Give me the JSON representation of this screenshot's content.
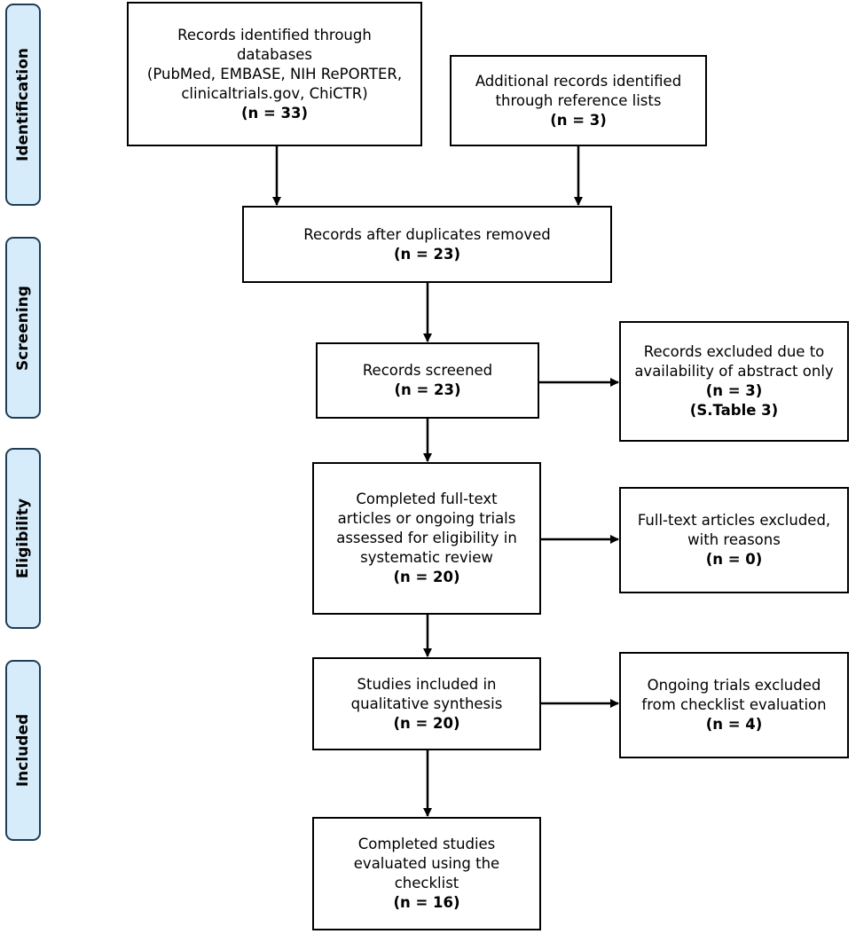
{
  "phases": {
    "identification": "Identification",
    "screening": "Screening",
    "eligibility": "Eligibility",
    "included": "Included"
  },
  "boxes": {
    "databases": {
      "text": "Records identified through\ndatabases\n(PubMed, EMBASE, NIH RePORTER,\nclinicaltrials.gov, ChiCTR)",
      "n": "(n = 33)"
    },
    "reference_lists": {
      "text": "Additional records identified\nthrough reference lists",
      "n": "(n = 3)"
    },
    "duplicates_removed": {
      "text": "Records after duplicates removed",
      "n": "(n = 23)"
    },
    "screened": {
      "text": "Records screened",
      "n": "(n = 23)"
    },
    "excluded_abstract": {
      "text": "Records excluded due to\navailability of abstract only",
      "n": "(n = 3)",
      "note": "(S.Table 3)"
    },
    "full_text_assessed": {
      "text": "Completed full-text\narticles or ongoing trials\nassessed for eligibility in\nsystematic review",
      "n": "(n = 20)"
    },
    "full_text_excluded": {
      "text": "Full-text articles excluded,\nwith reasons",
      "n": "(n = 0)"
    },
    "qualitative_synthesis": {
      "text": "Studies included in\nqualitative synthesis",
      "n": "(n = 20)"
    },
    "ongoing_excluded": {
      "text": "Ongoing trials excluded\nfrom checklist evaluation",
      "n": "(n = 4)"
    },
    "checklist_evaluated": {
      "text": "Completed studies\nevaluated using the\nchecklist",
      "n": "(n = 16)"
    }
  }
}
